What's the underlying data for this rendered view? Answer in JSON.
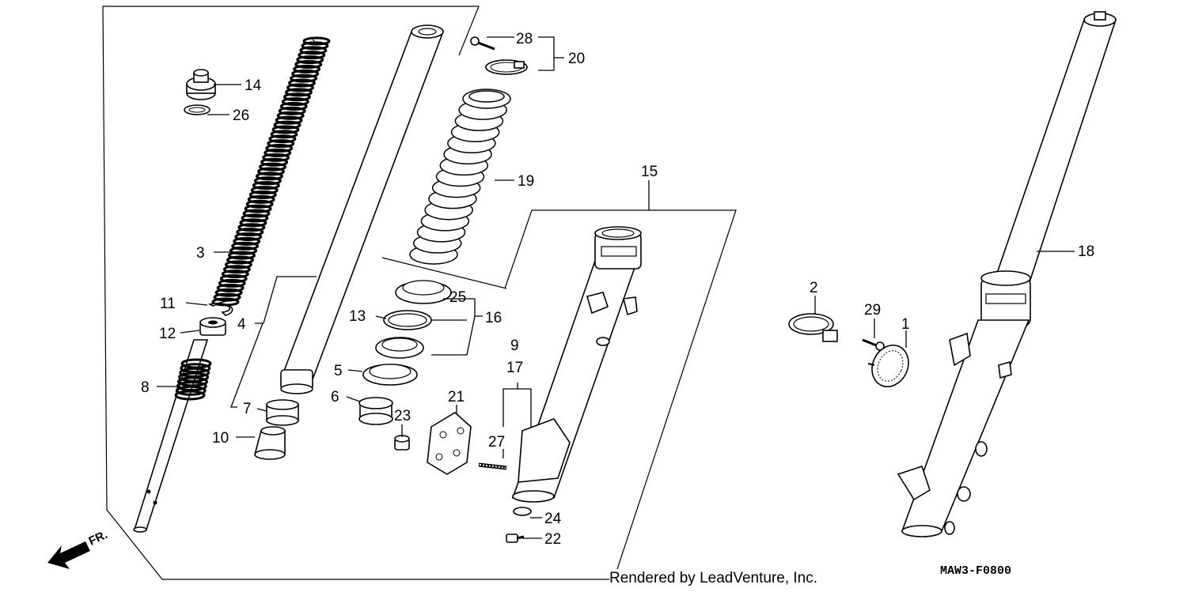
{
  "labels": {
    "p1": "1",
    "p2": "2",
    "p3": "3",
    "p4": "4",
    "p5": "5",
    "p6": "6",
    "p7": "7",
    "p8": "8",
    "p9": "9",
    "p10": "10",
    "p11": "11",
    "p12": "12",
    "p13": "13",
    "p14": "14",
    "p15": "15",
    "p16": "16",
    "p17": "17",
    "p18": "18",
    "p19": "19",
    "p20": "20",
    "p21": "21",
    "p22": "22",
    "p23": "23",
    "p24": "24",
    "p25": "25",
    "p26": "26",
    "p27": "27",
    "p28": "28",
    "p29": "29"
  },
  "footer": {
    "credit": "Rendered by LeadVenture, Inc.",
    "diagram_code": "MAW3-F0800",
    "direction": "FR."
  }
}
